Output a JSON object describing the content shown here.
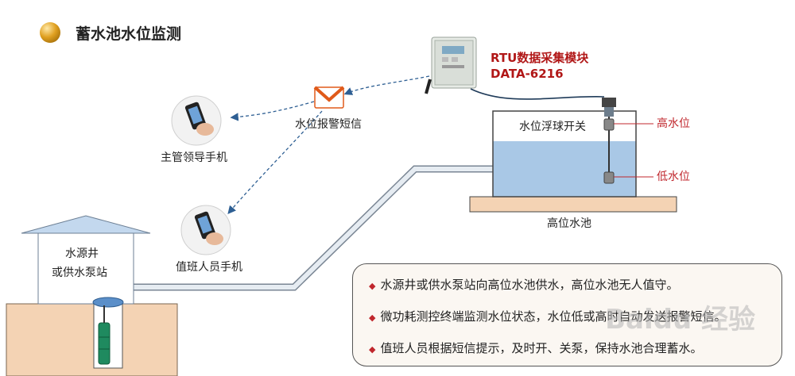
{
  "title": "蓄水池水位监测",
  "rtu": {
    "line1": "RTU数据采集模块",
    "line2": "DATA-6216"
  },
  "sms_label": "水位报警短信",
  "phone_manager_label": "主管领导手机",
  "phone_duty_label": "值班人员手机",
  "tank": {
    "switch_label": "水位浮球开关",
    "high_label": "高水位",
    "low_label": "低水位",
    "name": "高位水池"
  },
  "station": {
    "line1": "水源井",
    "line2": "或供水泵站"
  },
  "info": [
    "水源井或供水泵站向高位水池供水，高位水池无人值守。",
    "微功耗测控终端监测水位状态，水位低或高时自动发送报警短信。",
    "值班人员根据短信提示，及时开、关泵，保持水池合理蓄水。"
  ],
  "watermark": "Baidu 经验",
  "colors": {
    "accent_red": "#c0272d",
    "water": "#a9c8e6",
    "ground": "#f4d3b4",
    "pipe": "#dfe6ee"
  }
}
